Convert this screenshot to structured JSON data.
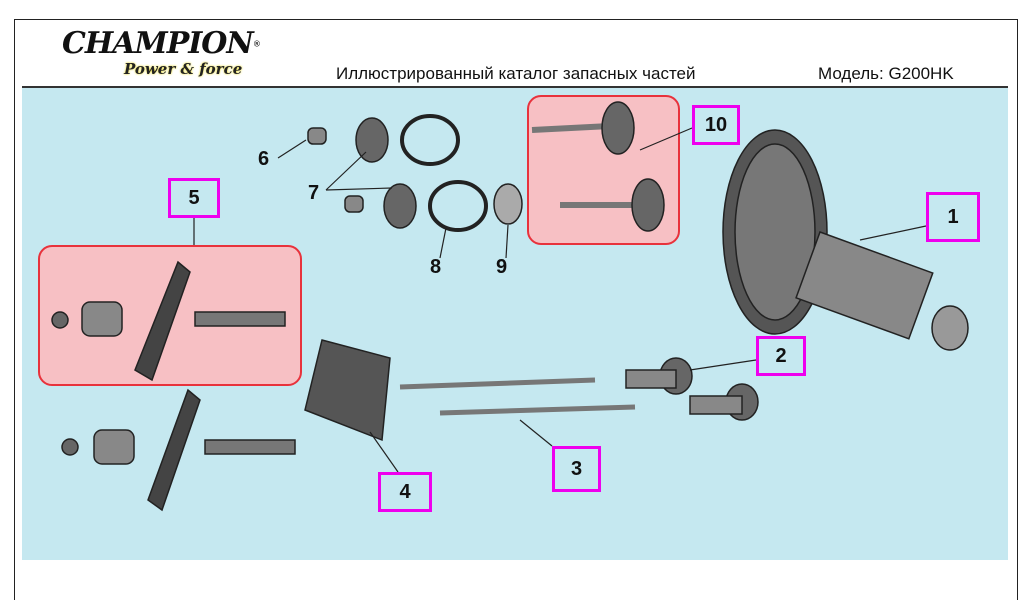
{
  "header": {
    "brand": "CHAMPION",
    "tagline": "Power & force",
    "title": "Иллюстрированный каталог запасных частей",
    "model": "Модель: G200HK"
  },
  "callouts": [
    "1",
    "2",
    "3",
    "4",
    "5",
    "6",
    "7",
    "8",
    "9",
    "10"
  ],
  "colors": {
    "background": "#c5e8f0",
    "highlight": "#f7c0c4",
    "callout_border": "#ee00ee"
  }
}
